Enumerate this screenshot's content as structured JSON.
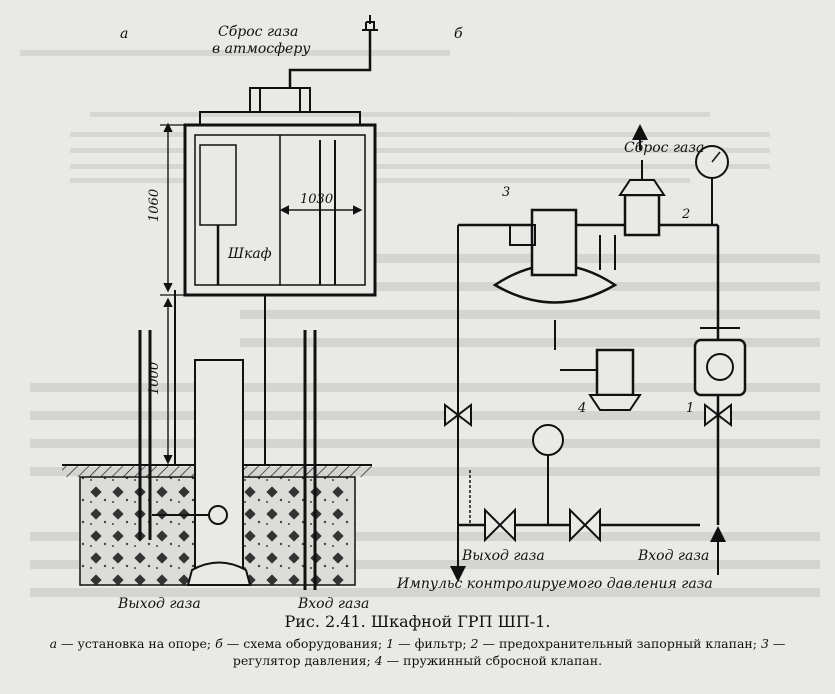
{
  "labels": {
    "panel_a": "а",
    "panel_b": "б",
    "gas_vent_line1": "Сброс газа",
    "gas_vent_line2": "в атмосферу",
    "cabinet": "Шкаф",
    "dim_1060": "1060",
    "dim_1030": "1030",
    "dim_1000": "1000",
    "gas_outlet_a": "Выход газа",
    "gas_inlet_a": "Вход газа",
    "gas_vent_b": "Сброс газа",
    "gas_outlet_b": "Выход газа",
    "gas_inlet_b": "Вход газа",
    "impulse": "Импульс контролируемого давления газа",
    "n1": "1",
    "n2": "2",
    "n3": "3",
    "n4": "4"
  },
  "caption": {
    "title": "Рис. 2.41. Шкафной ГРП ШП-1.",
    "items": [
      {
        "key": "а",
        "text": " — установка на опоре; "
      },
      {
        "key": "б",
        "text": " — схема оборудования; "
      },
      {
        "key": "1",
        "text": " — фильтр; "
      },
      {
        "key": "2",
        "text": " — предохранительный запорный клапан; "
      },
      {
        "key": "3",
        "text": " — регулятор давления; "
      },
      {
        "key": "4",
        "text": " — пружинный сбросной клапан."
      }
    ]
  },
  "colors": {
    "paper": "#e9e9e6",
    "ink": "#111111",
    "bleed": "#bdbdb8"
  }
}
